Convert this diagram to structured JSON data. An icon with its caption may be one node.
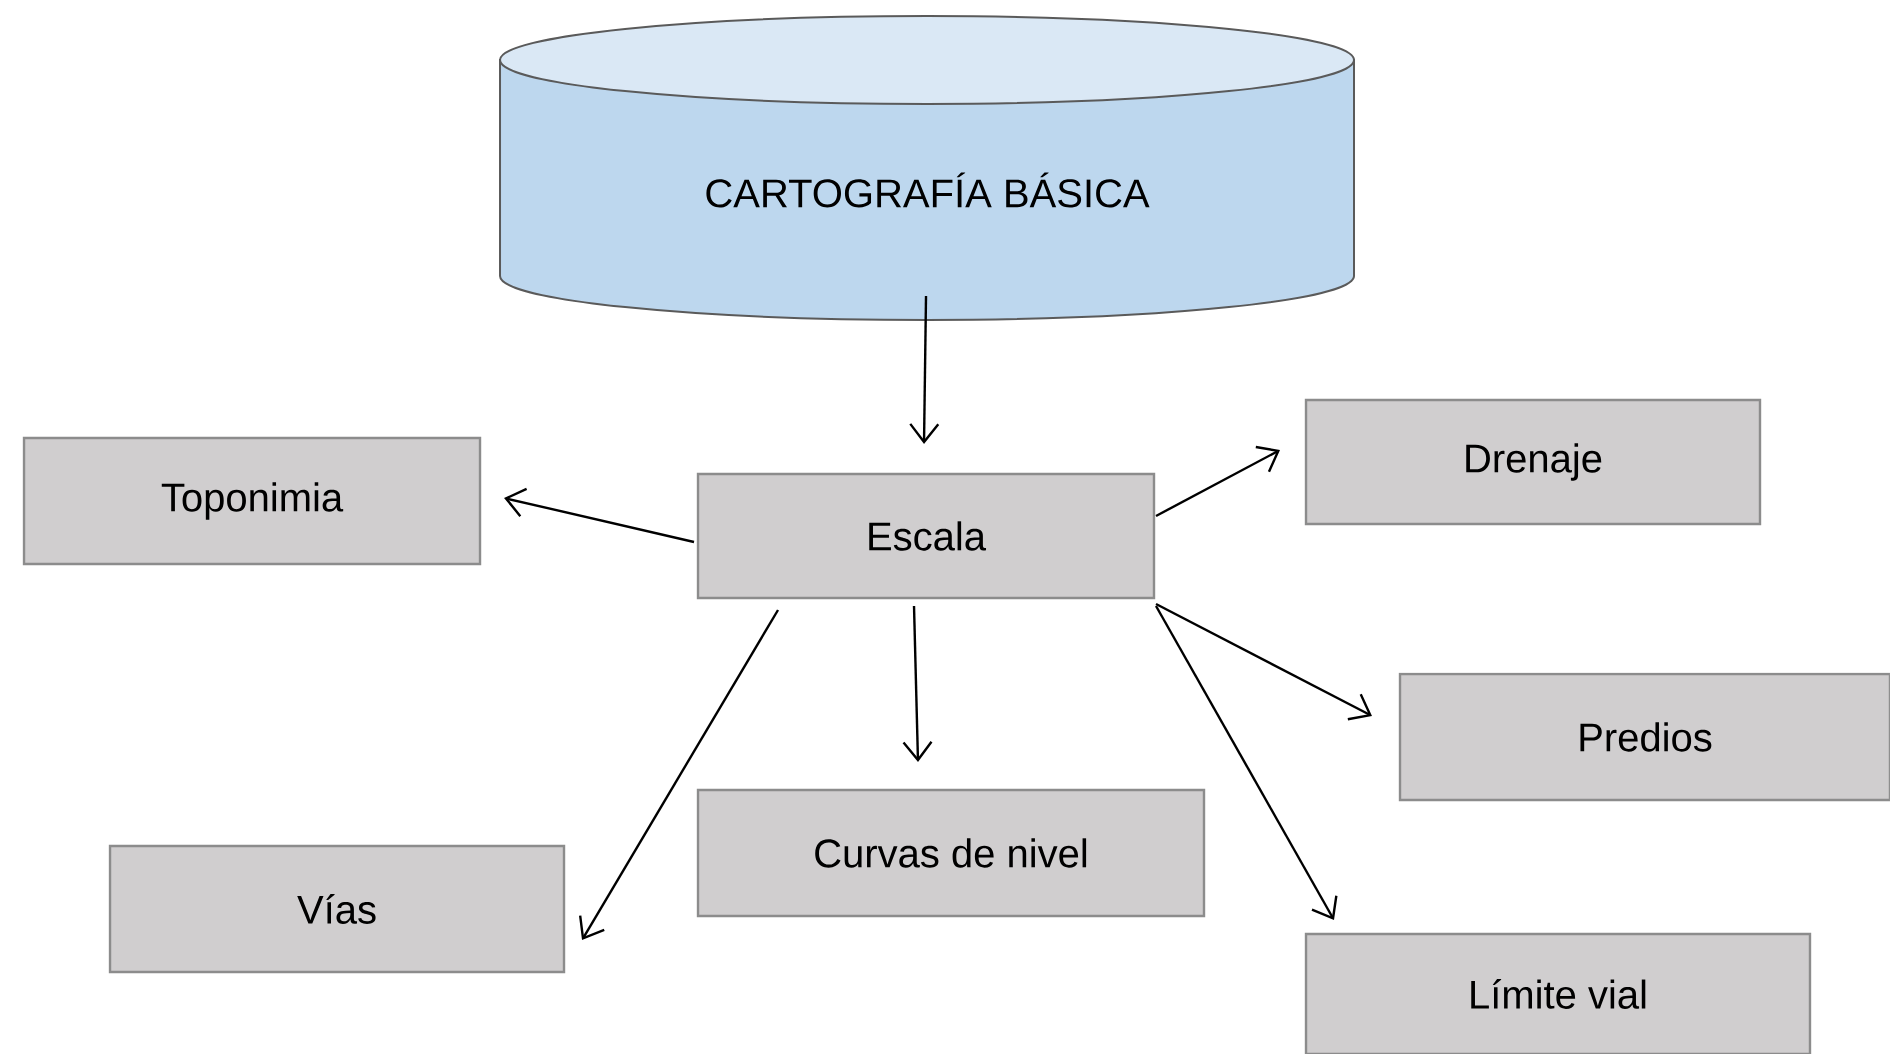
{
  "diagram": {
    "nodes": [
      {
        "text": [
          "CARTOGRAFÍA BÁSICA"
        ]
      },
      {
        "text": [
          "Drenaje"
        ]
      },
      {
        "text": [
          "Toponimia"
        ]
      },
      {
        "text": [
          "Escala"
        ]
      },
      {
        "text": [
          "Predios"
        ]
      },
      {
        "text": [
          "Curvas de nivel"
        ]
      },
      {
        "text": [
          "Vías"
        ]
      },
      {
        "text": [
          "Límite vial"
        ]
      }
    ],
    "edges": [
      {
        "from": 0,
        "to": 3,
        "arrow": "to"
      },
      {
        "from": 3,
        "to": 2,
        "arrow": "to"
      },
      {
        "from": 3,
        "to": 1,
        "arrow": "to"
      },
      {
        "from": 3,
        "to": 4,
        "arrow": "to"
      },
      {
        "from": 3,
        "to": 5,
        "arrow": "to"
      },
      {
        "from": 3,
        "to": 6,
        "arrow": "to"
      },
      {
        "from": 3,
        "to": 7,
        "arrow": "to"
      }
    ]
  }
}
